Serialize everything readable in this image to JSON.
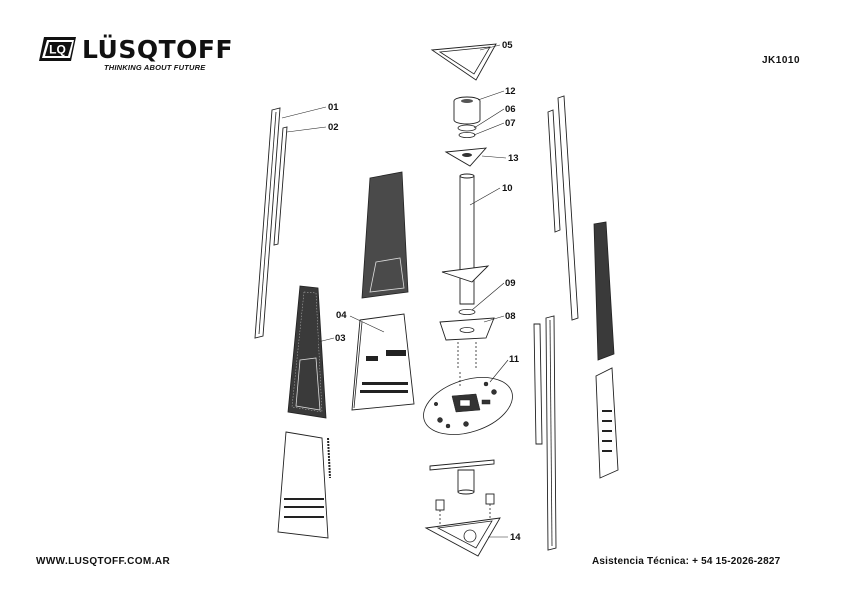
{
  "brand": {
    "name": "LÜSQTOFF",
    "logo_text": "LQ",
    "tagline": "THINKING ABOUT FUTURE"
  },
  "model": "JK1010",
  "footer": {
    "website": "WWW.LUSQTOFF.COM.AR",
    "support": "Asistencia Técnica: + 54 15-2026-2827"
  },
  "parts": [
    {
      "id": "p01",
      "label": "01"
    },
    {
      "id": "p02",
      "label": "02"
    },
    {
      "id": "p03",
      "label": "03"
    },
    {
      "id": "p04",
      "label": "04"
    },
    {
      "id": "p05",
      "label": "05"
    },
    {
      "id": "p06",
      "label": "06"
    },
    {
      "id": "p07",
      "label": "07"
    },
    {
      "id": "p08",
      "label": "08"
    },
    {
      "id": "p09",
      "label": "09"
    },
    {
      "id": "p10",
      "label": "10"
    },
    {
      "id": "p11",
      "label": "11"
    },
    {
      "id": "p12",
      "label": "12"
    },
    {
      "id": "p13",
      "label": "13"
    },
    {
      "id": "p14",
      "label": "14"
    }
  ]
}
